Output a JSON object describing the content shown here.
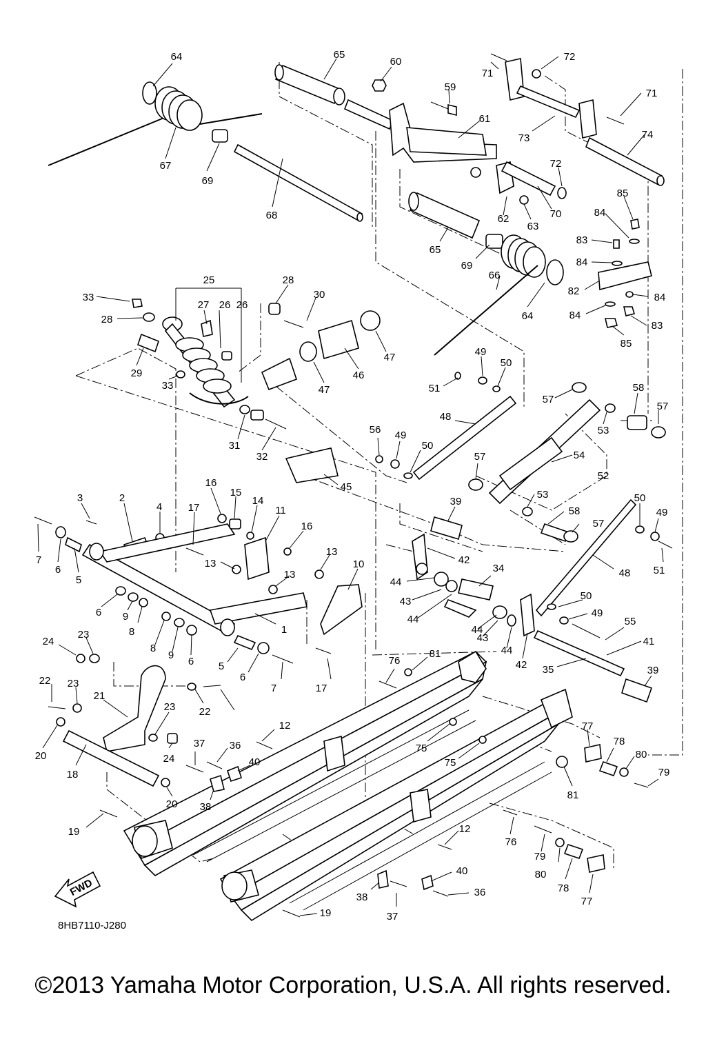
{
  "diagram": {
    "drawing_code": "8HB7110-J280",
    "direction_arrow_label": "FWD",
    "callouts": [
      "64",
      "65",
      "60",
      "59",
      "61",
      "71",
      "72",
      "73",
      "71",
      "74",
      "72",
      "70",
      "67",
      "69",
      "68",
      "62",
      "63",
      "85",
      "84",
      "83",
      "65",
      "69",
      "66",
      "64",
      "82",
      "84",
      "84",
      "83",
      "85",
      "84",
      "25",
      "27",
      "26",
      "26",
      "28",
      "30",
      "33",
      "28",
      "29",
      "33",
      "47",
      "46",
      "47",
      "31",
      "32",
      "49",
      "50",
      "51",
      "48",
      "57",
      "58",
      "53",
      "57",
      "54",
      "52",
      "56",
      "49",
      "50",
      "45",
      "57",
      "53",
      "58",
      "57",
      "50",
      "49",
      "51",
      "48",
      "39",
      "42",
      "44",
      "43",
      "44",
      "34",
      "44",
      "43",
      "44",
      "42",
      "50",
      "49",
      "55",
      "41",
      "35",
      "39",
      "3",
      "2",
      "4",
      "7",
      "6",
      "5",
      "17",
      "16",
      "15",
      "14",
      "11",
      "16",
      "13",
      "13",
      "13",
      "10",
      "6",
      "9",
      "8",
      "8",
      "9",
      "6",
      "1",
      "5",
      "6",
      "7",
      "17",
      "24",
      "23",
      "22",
      "23",
      "21",
      "23",
      "22",
      "20",
      "18",
      "24",
      "20",
      "37",
      "36",
      "40",
      "12",
      "38",
      "76",
      "81",
      "75",
      "75",
      "77",
      "78",
      "80",
      "79",
      "81",
      "19",
      "12",
      "76",
      "79",
      "80",
      "78",
      "77",
      "40",
      "36",
      "38",
      "37",
      "19"
    ]
  },
  "copyright": "©2013 Yamaha Motor Corporation, U.S.A. All rights reserved."
}
